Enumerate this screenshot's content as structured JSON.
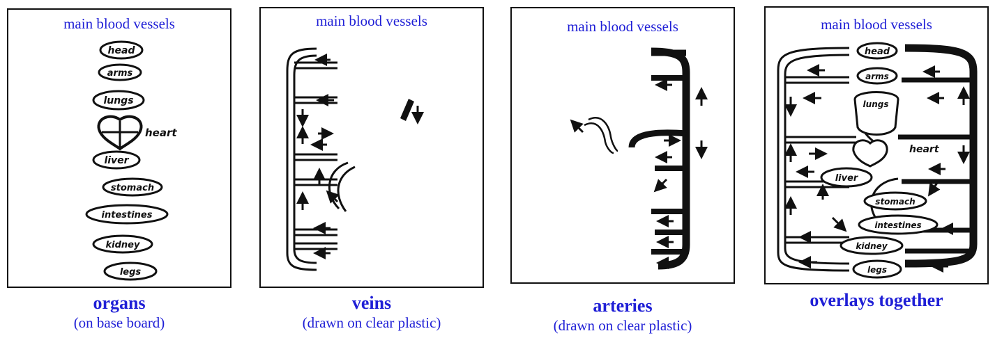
{
  "panels": [
    {
      "title": "main blood vessels",
      "caption": "organs",
      "subcaption": "(on base board)"
    },
    {
      "title": "main blood vessels",
      "caption": "veins",
      "subcaption": "(drawn on clear plastic)"
    },
    {
      "title": "main blood vessels",
      "caption": "arteries",
      "subcaption": "(drawn on clear plastic)"
    },
    {
      "title": "main blood vessels",
      "caption": "overlays together",
      "subcaption": ""
    }
  ],
  "organs": {
    "head": "head",
    "arms": "arms",
    "lungs": "lungs",
    "heart": "heart",
    "liver": "liver",
    "stomach": "stomach",
    "intestines": "intestines",
    "kidney": "kidney",
    "legs": "legs"
  },
  "colors": {
    "caption": "#1f1fd6",
    "ink": "#111111"
  }
}
